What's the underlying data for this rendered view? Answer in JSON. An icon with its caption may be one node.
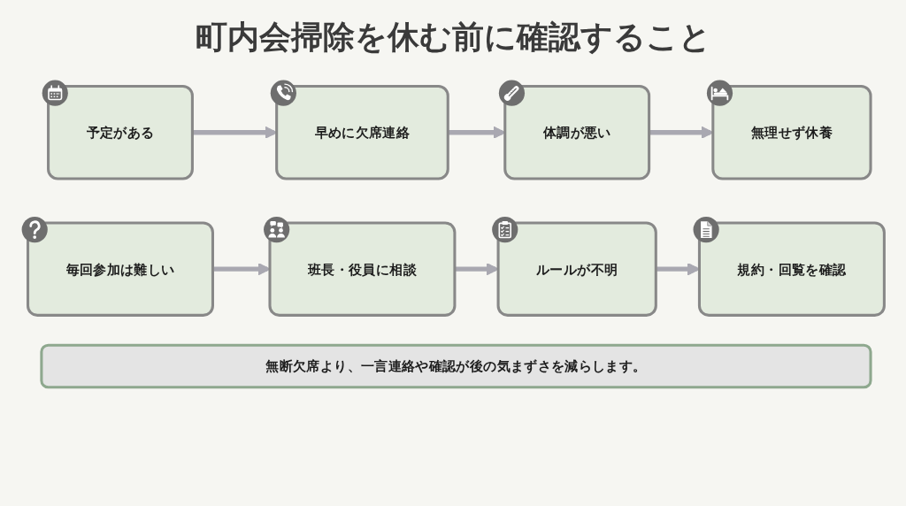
{
  "diagram": {
    "title": "町内会掃除を休む前に確認すること",
    "nodes": [
      {
        "text": [
          "予定がある"
        ]
      },
      {
        "text": [
          "早めに欠席連絡"
        ]
      },
      {
        "text": [
          "体調が悪い"
        ]
      },
      {
        "text": [
          "無理せず休養"
        ]
      },
      {
        "text": [
          "毎回参加は難しい"
        ]
      },
      {
        "text": [
          "班長・役員に相談"
        ]
      },
      {
        "text": [
          "ルールが不明"
        ]
      },
      {
        "text": [
          "規約・回覧を確認"
        ]
      },
      {
        "text": [
          "無断欠席より、一言連絡や確認が後の気まずさを減らします。"
        ]
      }
    ],
    "edges": [
      {
        "from": 0,
        "to": 1,
        "arrow": "to"
      },
      {
        "from": 1,
        "to": 2,
        "arrow": "to"
      },
      {
        "from": 2,
        "to": 3,
        "arrow": "to"
      },
      {
        "from": 4,
        "to": 5,
        "arrow": "to"
      },
      {
        "from": 5,
        "to": 6,
        "arrow": "to"
      },
      {
        "from": 6,
        "to": 7,
        "arrow": "to"
      }
    ]
  }
}
